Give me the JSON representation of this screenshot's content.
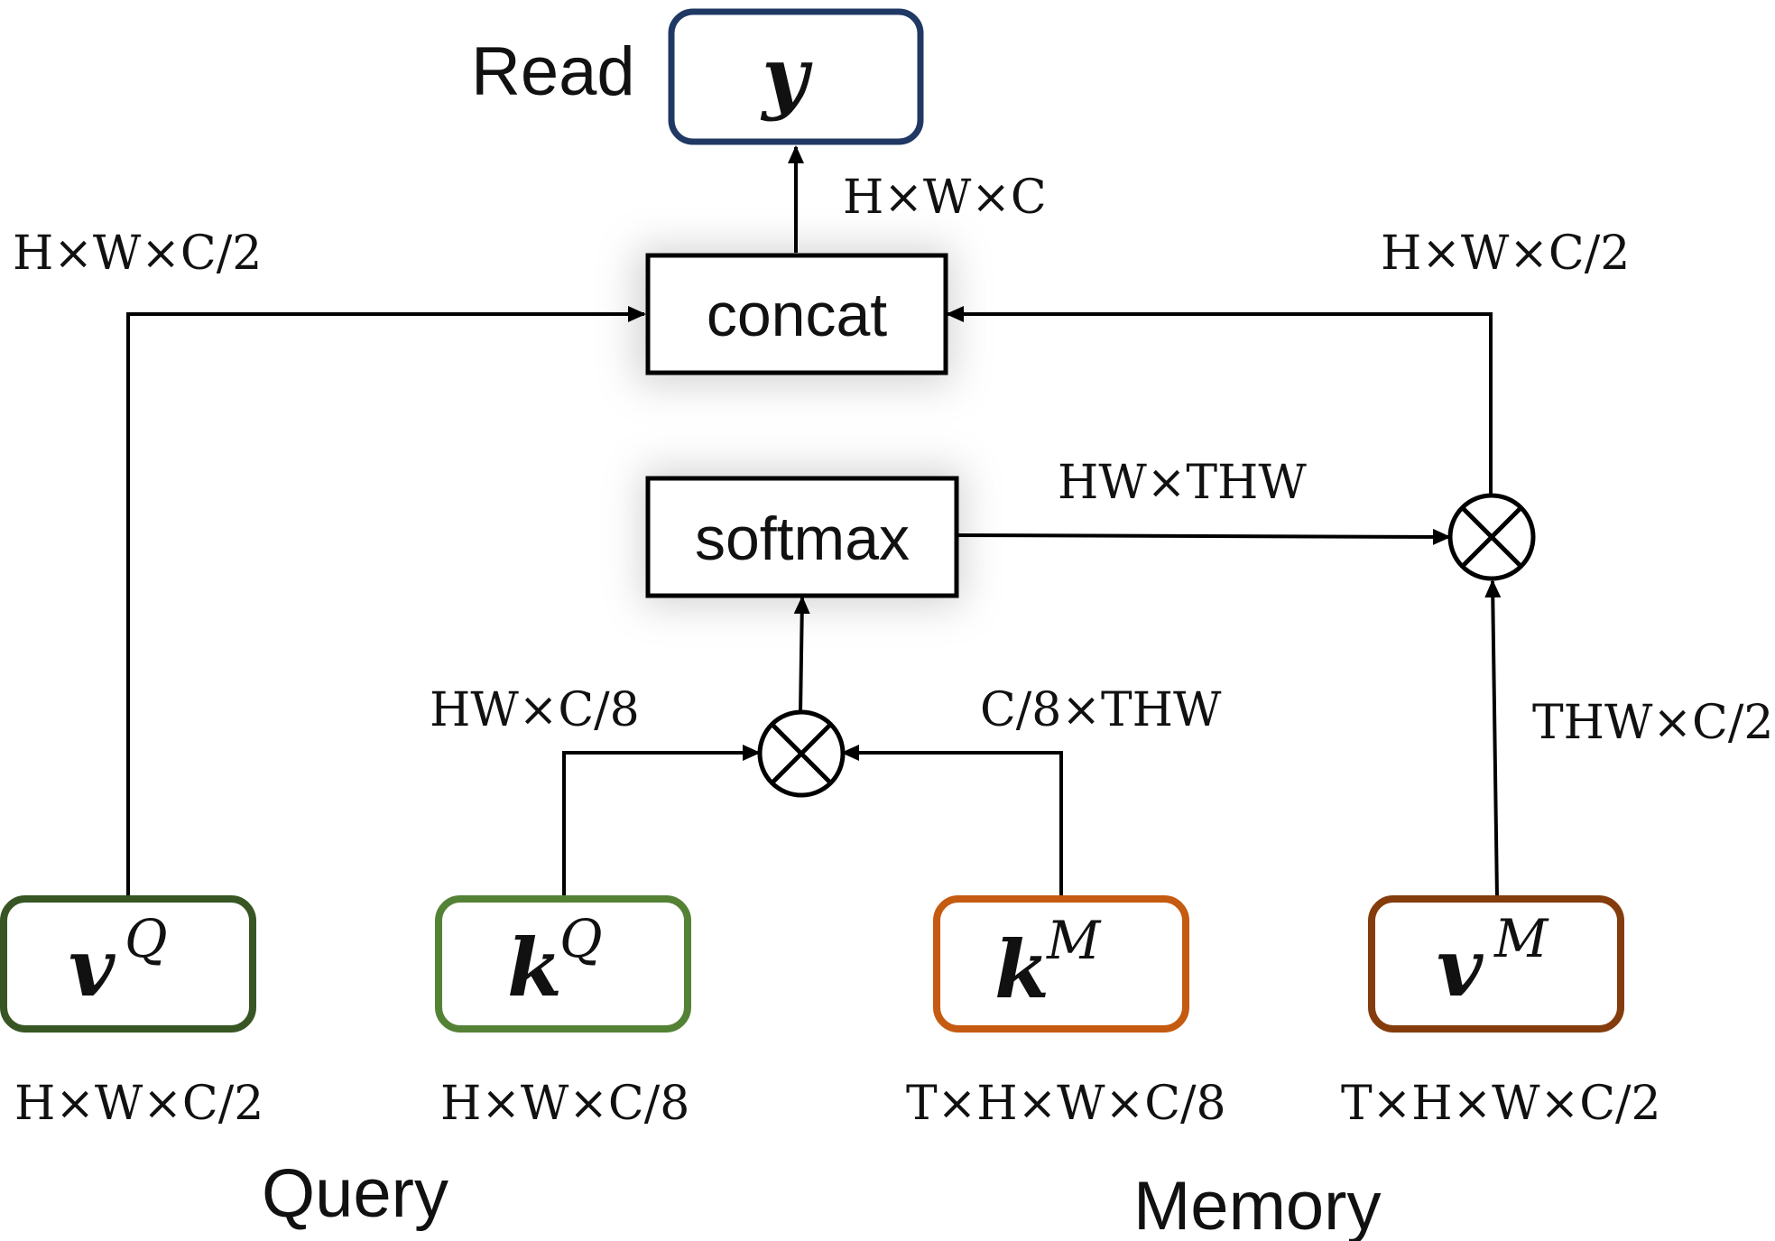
{
  "labels": {
    "read": "Read",
    "query": "Query",
    "memory": "Memory"
  },
  "nodes": {
    "y": {
      "symbol": "y",
      "superscript": "",
      "border_color": "#1f3864"
    },
    "concat": {
      "label": "concat"
    },
    "softmax": {
      "label": "softmax"
    },
    "vQ": {
      "symbol": "v",
      "superscript": "Q",
      "border_color": "#375623"
    },
    "kQ": {
      "symbol": "k",
      "superscript": "Q",
      "border_color": "#548235"
    },
    "kM": {
      "symbol": "k",
      "superscript": "M",
      "border_color": "#c55a11"
    },
    "vM": {
      "symbol": "v",
      "superscript": "M",
      "border_color": "#843c0c"
    }
  },
  "dimensions": {
    "concat_to_y": "H×W×C",
    "vQ_to_concat": "H×W×C/2",
    "mult_to_concat": "H×W×C/2",
    "softmax_to_mult": "HW×THW",
    "kQ_to_mult": "HW×C/8",
    "kM_to_mult": "C/8×THW",
    "vM_to_mult": "THW×C/2",
    "vQ_shape": "H×W×C/2",
    "kQ_shape": "H×W×C/8",
    "kM_shape": "T×H×W×C/8",
    "vM_shape": "T×H×W×C/2"
  },
  "operators": {
    "multiply_icon": "circled-times-icon"
  }
}
